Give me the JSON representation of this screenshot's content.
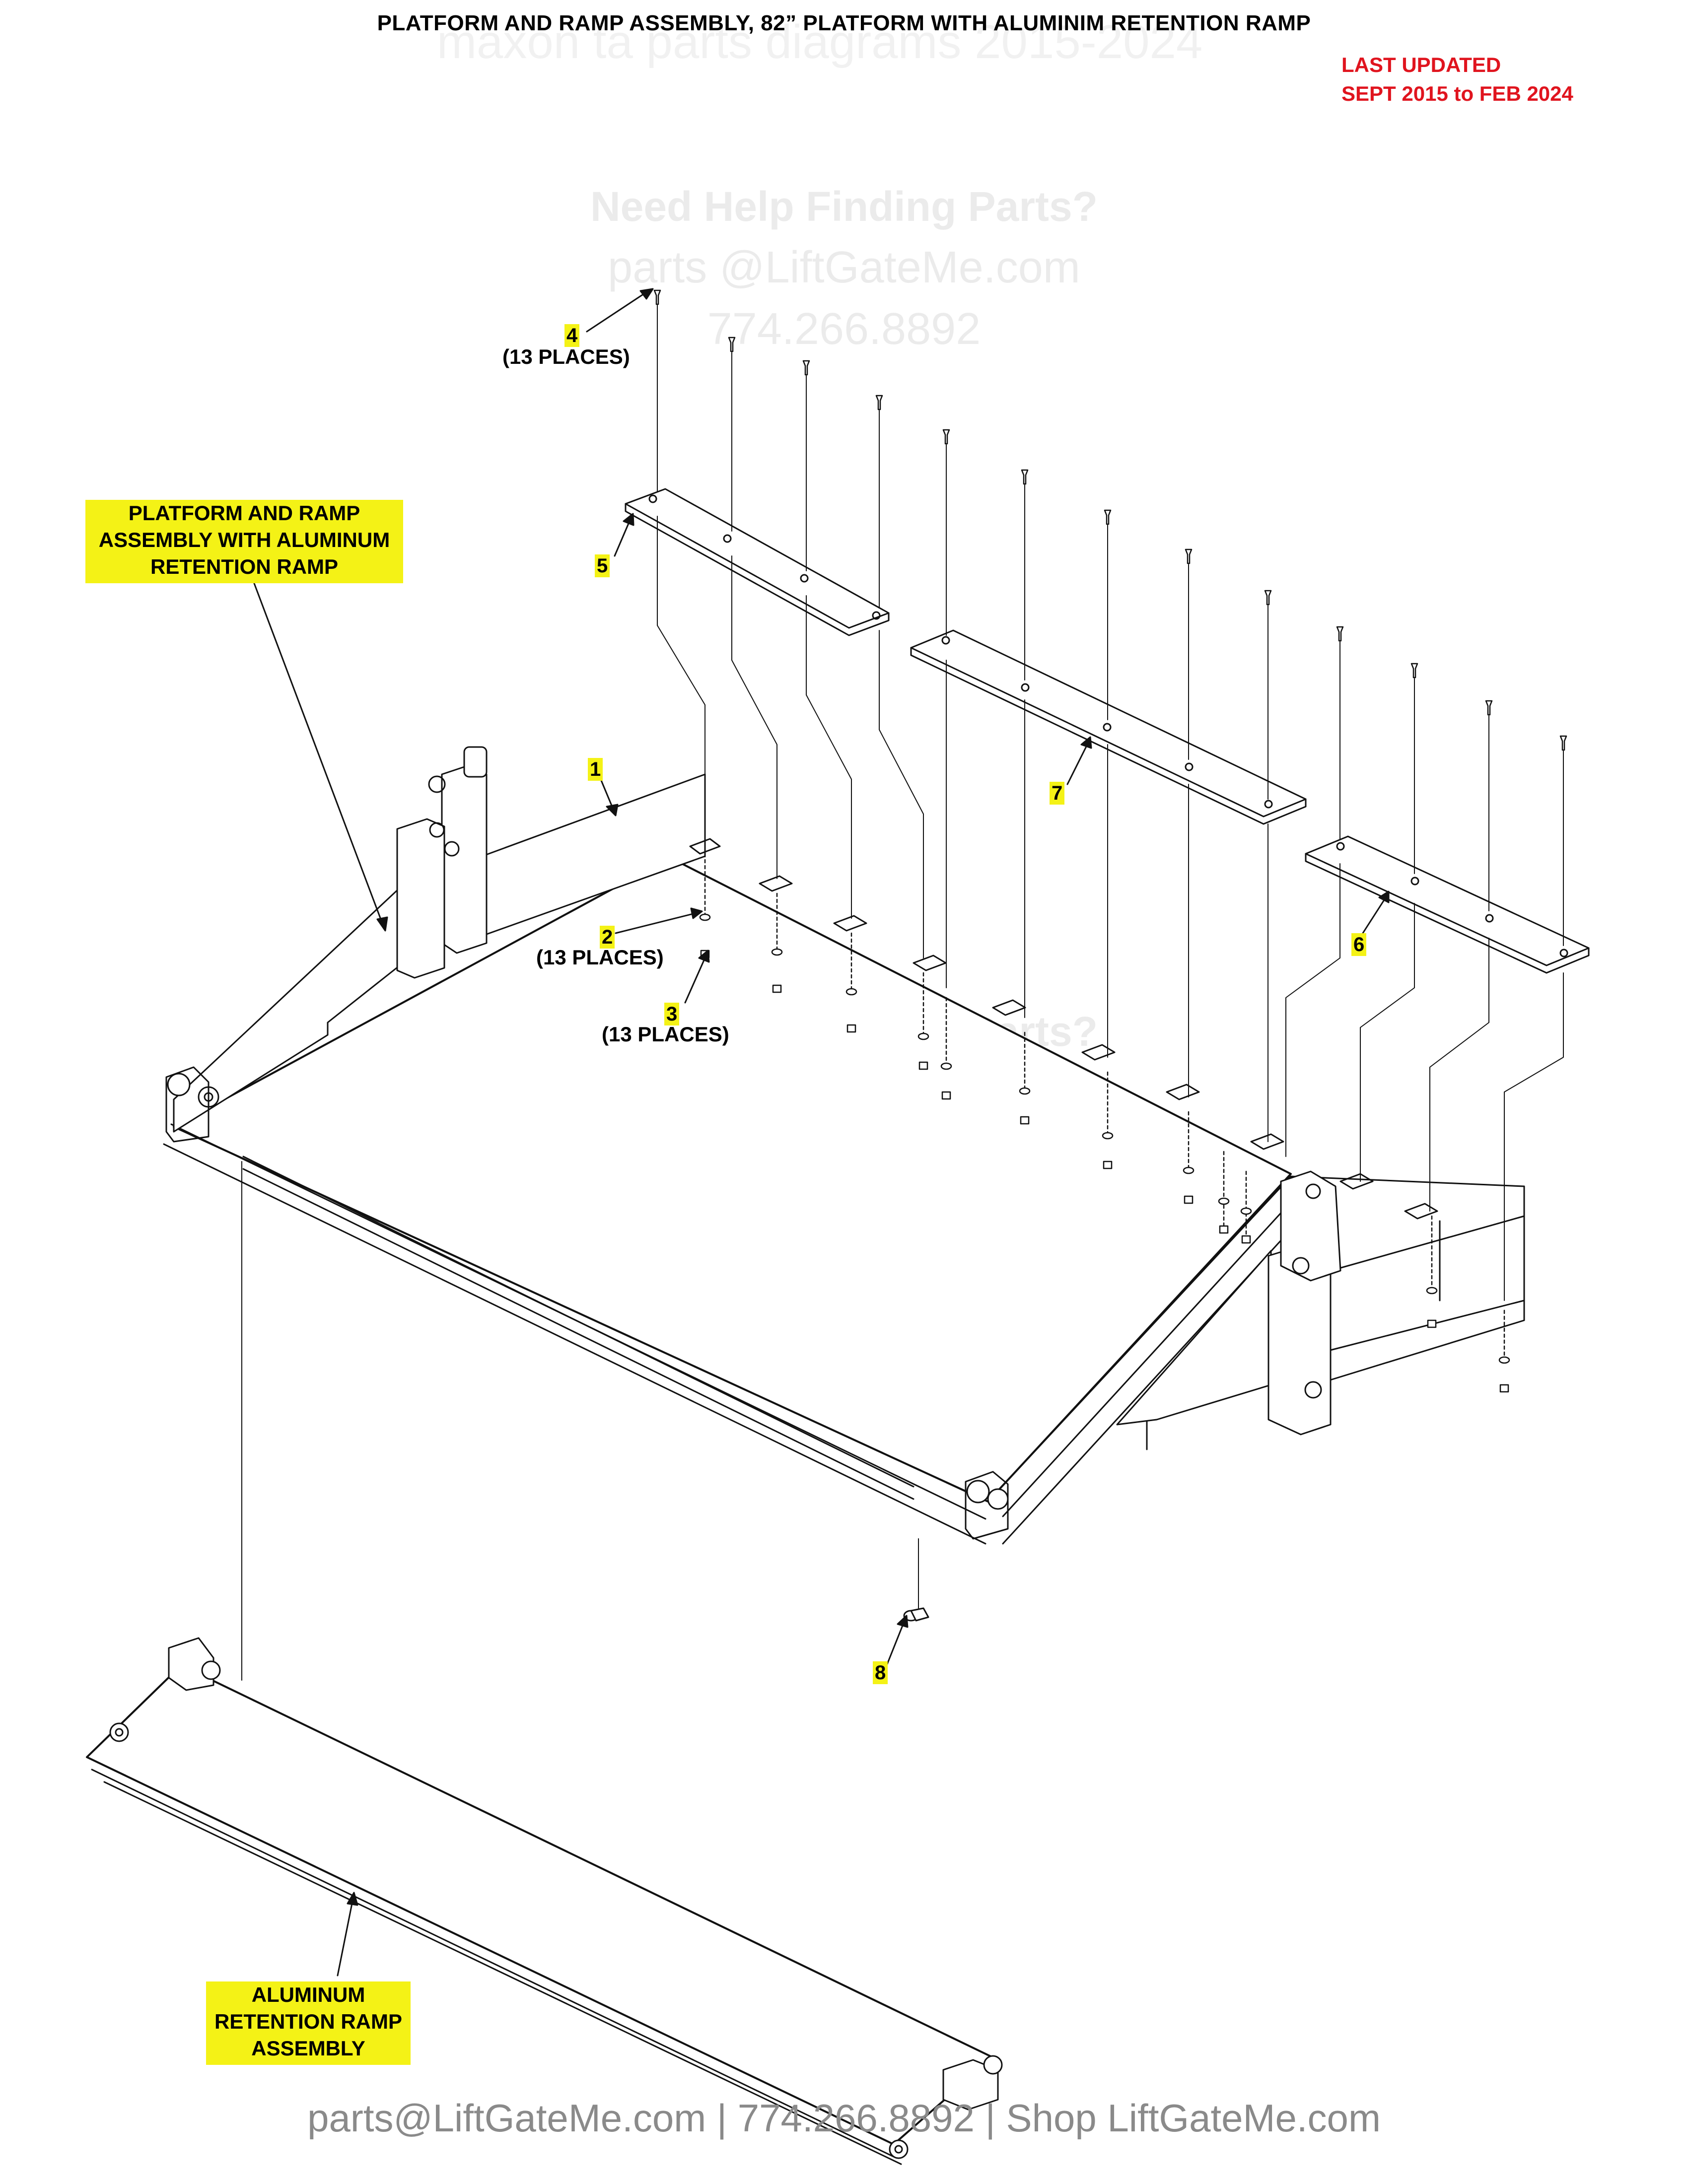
{
  "header": {
    "title": "PLATFORM AND RAMP ASSEMBLY, 82” PLATFORM WITH ALUMINIM RETENTION RAMP",
    "updated_line1": "LAST UPDATED",
    "updated_line2": "SEPT 2015 to FEB 2024",
    "updated_color": "#e0141e"
  },
  "watermark": {
    "faint_top": "maxon ta parts diagrams 2015-2024",
    "headline": "Need Help Finding Parts?",
    "email": "parts @LiftGateMe.com",
    "phone": "774.266.8892"
  },
  "callouts": {
    "platform_assembly": [
      "PLATFORM AND RAMP",
      "ASSEMBLY WITH ALUMINUM",
      "RETENTION RAMP"
    ],
    "ramp_assembly": [
      "ALUMINUM",
      "RETENTION RAMP",
      "ASSEMBLY"
    ],
    "highlight_color": "#f4f216"
  },
  "items": [
    {
      "num": "1",
      "qty": ""
    },
    {
      "num": "2",
      "qty": "(13 PLACES)"
    },
    {
      "num": "3",
      "qty": "(13 PLACES)"
    },
    {
      "num": "4",
      "qty": "(13 PLACES)"
    },
    {
      "num": "5",
      "qty": ""
    },
    {
      "num": "6",
      "qty": ""
    },
    {
      "num": "7",
      "qty": ""
    },
    {
      "num": "8",
      "qty": ""
    }
  ],
  "footer": {
    "text": "parts@LiftGateMe.com | 774.266.8892 | Shop LiftGateMe.com"
  }
}
